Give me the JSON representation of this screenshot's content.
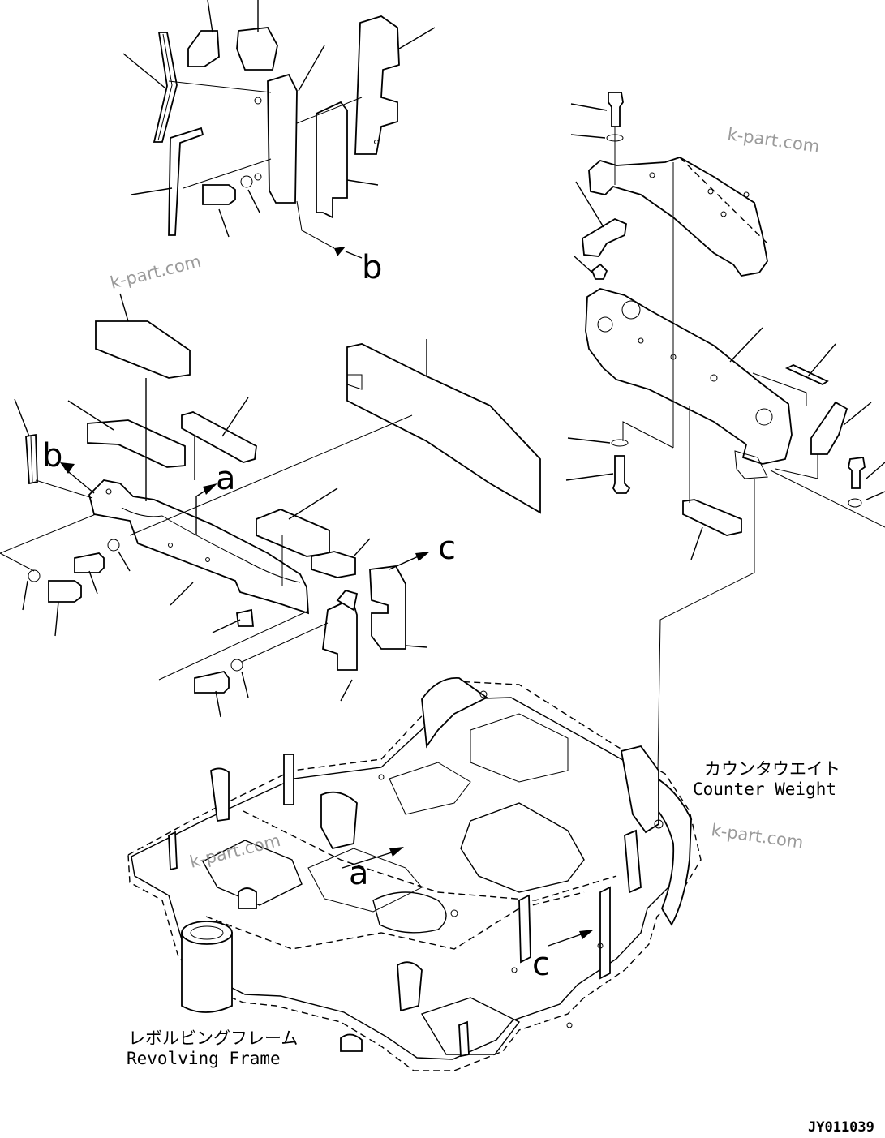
{
  "callouts": {
    "a": "a",
    "b": "b",
    "c": "c"
  },
  "labels": {
    "counterweight_jp": "カウンタウエイト",
    "counterweight_en": "Counter Weight",
    "frame_jp": "レボルビングフレーム",
    "frame_en": "Revolving Frame"
  },
  "watermark": "k-part.com",
  "figure_code": "JY011039"
}
